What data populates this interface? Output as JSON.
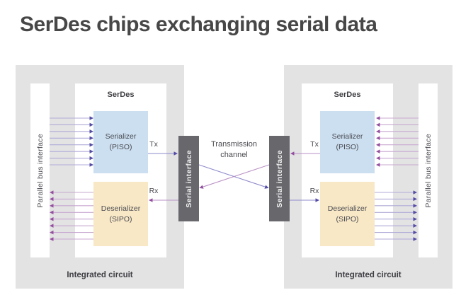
{
  "title": "SerDes chips exchanging serial data",
  "transmission_channel": {
    "label": "Transmission channel"
  },
  "left_ic": {
    "label": "Integrated circuit",
    "parallel_bus_label": "Parallel bus interface",
    "serdes_label": "SerDes",
    "serializer": {
      "line1": "Serializer",
      "line2": "(PISO)"
    },
    "deserializer": {
      "line1": "Deserializer",
      "line2": "(SIPO)"
    },
    "tx_label": "Tx",
    "rx_label": "Rx",
    "serial_interface_label": "Serial interface"
  },
  "right_ic": {
    "label": "Integrated circuit",
    "parallel_bus_label": "Parallel bus interface",
    "serdes_label": "SerDes",
    "serializer": {
      "line1": "Serializer",
      "line2": "(PISO)"
    },
    "deserializer": {
      "line1": "Deserializer",
      "line2": "(SIPO)"
    },
    "tx_label": "Tx",
    "rx_label": "Rx",
    "serial_interface_label": "Serial interface"
  },
  "colors": {
    "ic_background": "#e3e3e4",
    "serializer_fill": "#cbdff0",
    "deserializer_fill": "#f8e8c6",
    "serial_interface_fill": "#68676c",
    "title_text": "#474747",
    "label_text": "#4b4b52",
    "arrow_right_line": "#b0abd8",
    "arrow_right_head": "#544da4",
    "arrow_left_line": "#c8a8d1",
    "arrow_left_head": "#944f9e",
    "wire_right": "#8f8bcb",
    "wire_left": "#ba92c5"
  }
}
